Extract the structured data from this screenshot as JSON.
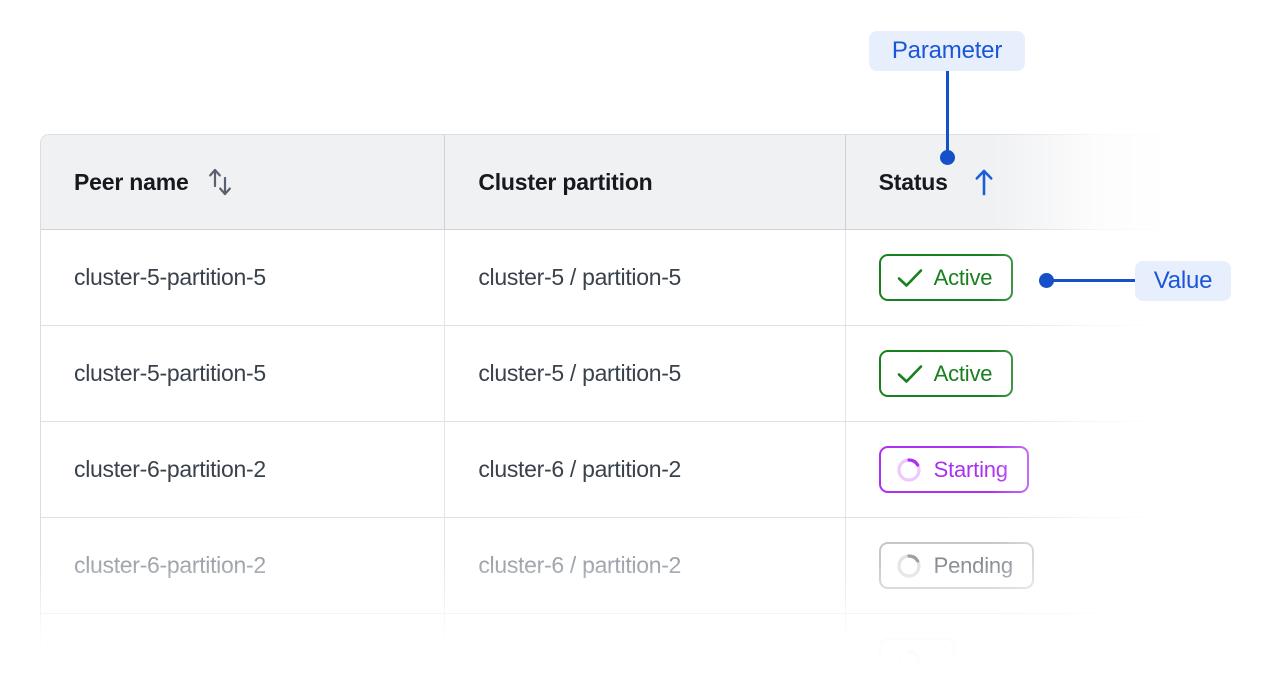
{
  "table": {
    "columns": [
      {
        "label": "Peer name",
        "sort_icon": "sort-both-arrows-icon",
        "sort_state": "none"
      },
      {
        "label": "Cluster partition",
        "sort_icon": "none",
        "sort_state": "none"
      },
      {
        "label": "Status",
        "sort_icon": "arrow-up-icon",
        "sort_state": "ascending"
      }
    ],
    "rows": [
      {
        "peer_name": "cluster-5-partition-5",
        "cluster_partition": "cluster-5 / partition-5",
        "status": {
          "label": "Active",
          "icon": "check-icon",
          "variant": "active"
        },
        "dimmed": false
      },
      {
        "peer_name": "cluster-5-partition-5",
        "cluster_partition": "cluster-5 / partition-5",
        "status": {
          "label": "Active",
          "icon": "check-icon",
          "variant": "active"
        },
        "dimmed": false
      },
      {
        "peer_name": "cluster-6-partition-2",
        "cluster_partition": "cluster-6 / partition-2",
        "status": {
          "label": "Starting",
          "icon": "spinner-icon",
          "variant": "starting"
        },
        "dimmed": false
      },
      {
        "peer_name": "cluster-6-partition-2",
        "cluster_partition": "cluster-6 / partition-2",
        "status": {
          "label": "Pending",
          "icon": "spinner-icon",
          "variant": "pending"
        },
        "dimmed": true
      },
      {
        "peer_name": "",
        "cluster_partition": "",
        "status": {
          "label": "",
          "icon": "spinner-icon",
          "variant": "pending"
        },
        "dimmed": true
      }
    ]
  },
  "annotations": [
    {
      "id": "parameter",
      "label": "Parameter",
      "points_to": "status-column-header"
    },
    {
      "id": "value",
      "label": "Value",
      "points_to": "status-cell-row-1"
    }
  ],
  "colors": {
    "annotation_blue": "#1550c8",
    "annotation_text": "#1a56d6",
    "annotation_bg": "#e8effc",
    "status_active": "#18801f",
    "status_starting": "#ab31f0",
    "status_pending": "#83888f",
    "header_bg": "#f0f1f3",
    "border": "#dcdde3",
    "text_primary": "#16191d",
    "text_body": "#39414b",
    "text_dimmed": "#9ba1a9"
  }
}
